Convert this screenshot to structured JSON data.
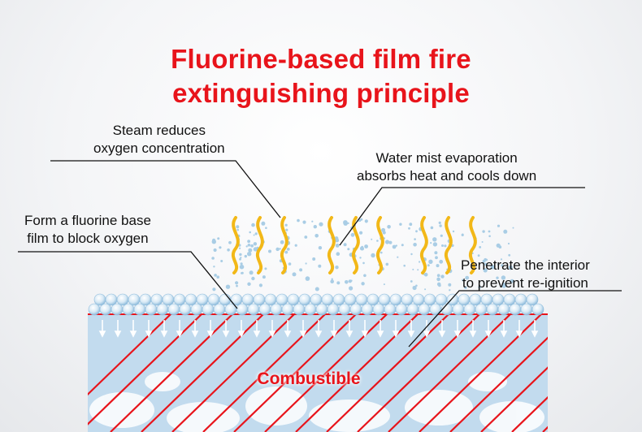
{
  "title": {
    "line1": "Fluorine-based film fire",
    "line2": "extinguishing principle"
  },
  "labels": {
    "steam": {
      "line1": "Steam reduces",
      "line2": "oxygen concentration"
    },
    "mist": {
      "line1": "Water mist evaporation",
      "line2": "absorbs heat and cools down"
    },
    "film": {
      "line1": "Form a fluorine base",
      "line2": "film to block oxygen"
    },
    "penetrate": {
      "line1": "Penetrate the interior",
      "line2": "to prevent re-ignition"
    },
    "combustible": "Combustible"
  },
  "colors": {
    "title": "#e8141b",
    "stripe": "#e8141b",
    "block": "#bcd6ea",
    "steam": "#f2b818",
    "droplet": "#b9d7ea"
  }
}
